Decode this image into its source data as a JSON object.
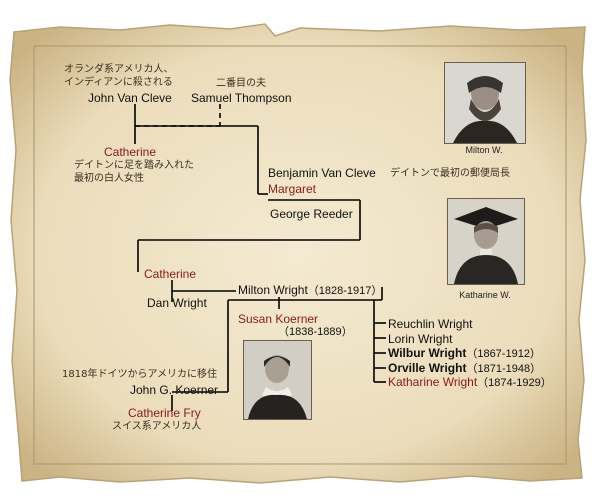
{
  "people": {
    "john_van_cleve": {
      "note_1": "オランダ系アメリカ人、",
      "note_2": "インディアンに殺される",
      "name": "John Van Cleve"
    },
    "samuel_thompson": {
      "note": "二番目の夫",
      "name": "Samuel  Thompson"
    },
    "catherine_1": {
      "name": "Catherine",
      "note_1": "デイトンに足を踏み入れた",
      "note_2": "最初の白人女性"
    },
    "benjamin_van_cleve": {
      "name": "Benjamin Van Cleve",
      "note": "デイトンで最初の郵便局長"
    },
    "margaret": {
      "name": "Margaret"
    },
    "george_reeder": {
      "name": "George Reeder"
    },
    "catherine_2": {
      "name": "Catherine"
    },
    "dan_wright": {
      "name": "Dan Wright"
    },
    "milton_wright": {
      "name": "Milton Wright",
      "dates": "（1828-1917）"
    },
    "susan_koerner": {
      "name": "Susan Koerner",
      "dates": "（1838-1889）"
    },
    "john_koerner": {
      "note": "1818年ドイツからアメリカに移住",
      "name": "John G. Koerner"
    },
    "catherine_fry": {
      "name": "Catherine Fry",
      "note": "スイス系アメリカ人"
    },
    "children": [
      {
        "name": "Reuchlin Wright",
        "dates": ""
      },
      {
        "name": "Lorin Wright",
        "dates": ""
      },
      {
        "name": "Wilbur Wright",
        "dates": "（1867-1912）"
      },
      {
        "name": "Orville Wright",
        "dates": "（1871-1948）"
      },
      {
        "name": "Katharine Wright",
        "dates": "（1874-1929）"
      }
    ]
  },
  "photos": {
    "milton": {
      "caption": "Milton W."
    },
    "katharine": {
      "caption": "Katharine W."
    },
    "susan": {
      "caption": ""
    }
  },
  "colors": {
    "parchment": "#eee1c4",
    "border": "#a89572",
    "accent_red": "#8b1a1a",
    "line": "#000000"
  }
}
